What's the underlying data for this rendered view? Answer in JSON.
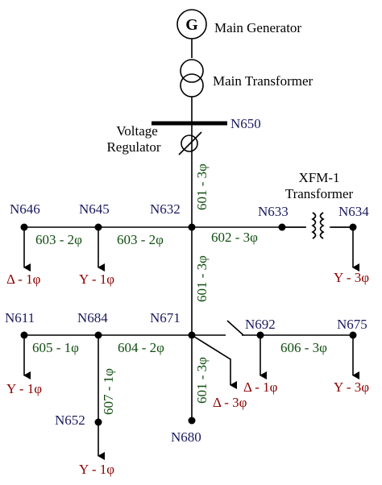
{
  "generator": {
    "symbol": "G",
    "label": "Main Generator"
  },
  "main_transformer": {
    "label": "Main Transformer"
  },
  "regulator": {
    "label_line1": "Voltage",
    "label_line2": "Regulator"
  },
  "xfm": {
    "label_line1": "XFM-1",
    "label_line2": "Transformer"
  },
  "nodes": {
    "n650": "N650",
    "n646": "N646",
    "n645": "N645",
    "n632": "N632",
    "n633": "N633",
    "n634": "N634",
    "n611": "N611",
    "n684": "N684",
    "n671": "N671",
    "n692": "N692",
    "n675": "N675",
    "n652": "N652",
    "n680": "N680"
  },
  "lines": {
    "l650_632": "601 - 3φ",
    "l645_646": "603 - 2φ",
    "l632_645": "603 - 2φ",
    "l632_633": "602 - 3φ",
    "l632_671": "601 - 3φ",
    "l611_684": "605 - 1φ",
    "l684_671": "604 - 2φ",
    "l684_652": "607 - 1φ",
    "l692_675": "606 - 3φ",
    "l671_680": "601 - 3φ"
  },
  "loads": {
    "n646": "Δ - 1φ",
    "n645": "Y - 1φ",
    "n634": "Y - 3φ",
    "n611": "Y - 1φ",
    "n671": "Δ - 3φ",
    "n692": "Δ - 1φ",
    "n675": "Y - 3φ",
    "n652": "Y - 1φ"
  }
}
